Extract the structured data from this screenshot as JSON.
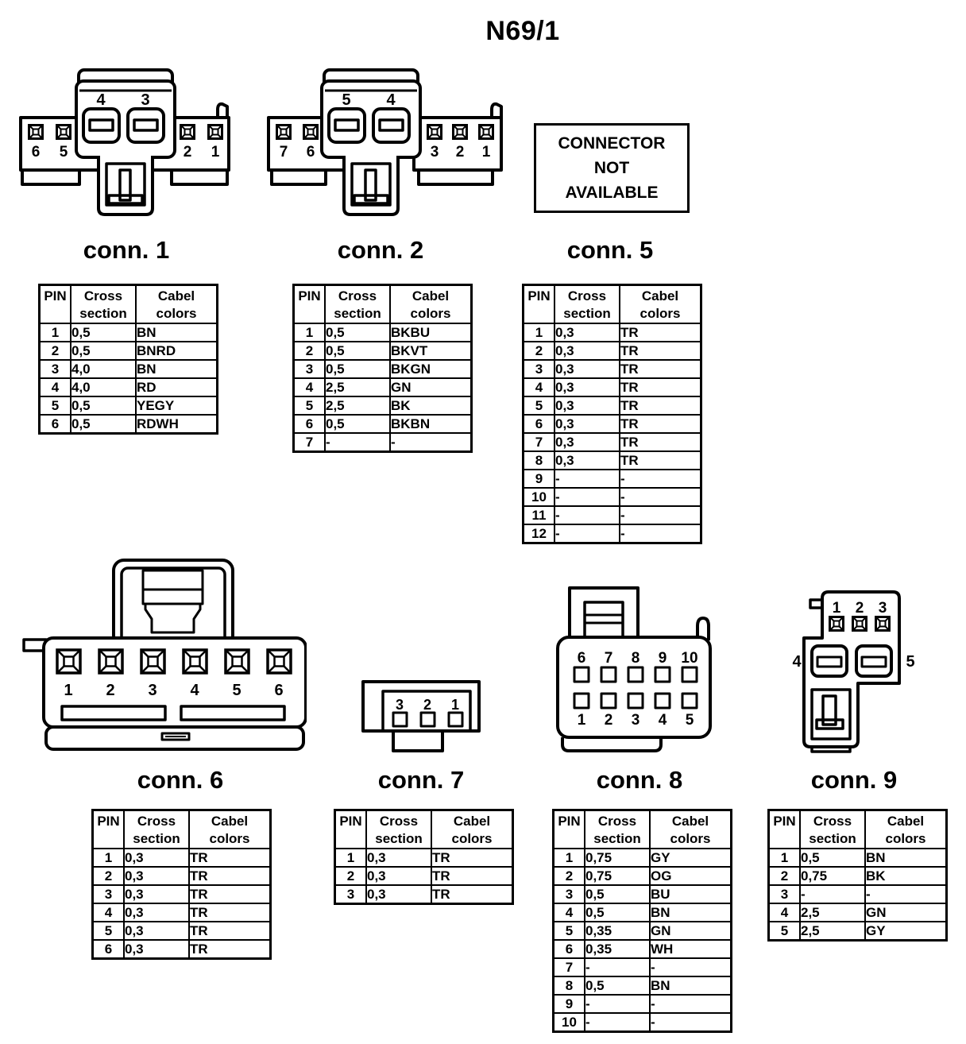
{
  "title": "N69/1",
  "colors": {
    "ink": "#000000",
    "paper": "#ffffff"
  },
  "not_available": {
    "lines": [
      "CONNECTOR",
      "NOT",
      "AVAILABLE"
    ]
  },
  "table_headers": {
    "pin": "PIN",
    "cross_section": "Cross\nsection",
    "cable_colors": "Cabel\ncolors"
  },
  "connectors": {
    "conn1": {
      "label": "conn. 1",
      "drawing": {
        "slot_labels": [
          "4",
          "3"
        ],
        "left_pin_labels": [
          "6",
          "5"
        ],
        "right_pin_labels": [
          "2",
          "1"
        ]
      },
      "rows": [
        [
          "1",
          "0,5",
          "BN"
        ],
        [
          "2",
          "0,5",
          "BNRD"
        ],
        [
          "3",
          "4,0",
          "BN"
        ],
        [
          "4",
          "4,0",
          "RD"
        ],
        [
          "5",
          "0,5",
          "YEGY"
        ],
        [
          "6",
          "0,5",
          "RDWH"
        ]
      ]
    },
    "conn2": {
      "label": "conn. 2",
      "drawing": {
        "slot_labels": [
          "5",
          "4"
        ],
        "left_pin_labels": [
          "7",
          "6"
        ],
        "right_pin_labels": [
          "3",
          "2",
          "1"
        ]
      },
      "rows": [
        [
          "1",
          "0,5",
          "BKBU"
        ],
        [
          "2",
          "0,5",
          "BKVT"
        ],
        [
          "3",
          "0,5",
          "BKGN"
        ],
        [
          "4",
          "2,5",
          "GN"
        ],
        [
          "5",
          "2,5",
          "BK"
        ],
        [
          "6",
          "0,5",
          "BKBN"
        ],
        [
          "7",
          "-",
          "-"
        ]
      ]
    },
    "conn5": {
      "label": "conn. 5",
      "rows": [
        [
          "1",
          "0,3",
          "TR"
        ],
        [
          "2",
          "0,3",
          "TR"
        ],
        [
          "3",
          "0,3",
          "TR"
        ],
        [
          "4",
          "0,3",
          "TR"
        ],
        [
          "5",
          "0,3",
          "TR"
        ],
        [
          "6",
          "0,3",
          "TR"
        ],
        [
          "7",
          "0,3",
          "TR"
        ],
        [
          "8",
          "0,3",
          "TR"
        ],
        [
          "9",
          "-",
          "-"
        ],
        [
          "10",
          "-",
          "-"
        ],
        [
          "11",
          "-",
          "-"
        ],
        [
          "12",
          "-",
          "-"
        ]
      ]
    },
    "conn6": {
      "label": "conn. 6",
      "drawing": {
        "pin_labels": [
          "1",
          "2",
          "3",
          "4",
          "5",
          "6"
        ]
      },
      "rows": [
        [
          "1",
          "0,3",
          "TR"
        ],
        [
          "2",
          "0,3",
          "TR"
        ],
        [
          "3",
          "0,3",
          "TR"
        ],
        [
          "4",
          "0,3",
          "TR"
        ],
        [
          "5",
          "0,3",
          "TR"
        ],
        [
          "6",
          "0,3",
          "TR"
        ]
      ]
    },
    "conn7": {
      "label": "conn. 7",
      "drawing": {
        "pin_labels": [
          "3",
          "2",
          "1"
        ]
      },
      "rows": [
        [
          "1",
          "0,3",
          "TR"
        ],
        [
          "2",
          "0,3",
          "TR"
        ],
        [
          "3",
          "0,3",
          "TR"
        ]
      ]
    },
    "conn8": {
      "label": "conn. 8",
      "drawing": {
        "top_row_labels": [
          "6",
          "7",
          "8",
          "9",
          "10"
        ],
        "bottom_row_labels": [
          "1",
          "2",
          "3",
          "4",
          "5"
        ]
      },
      "rows": [
        [
          "1",
          "0,75",
          "GY"
        ],
        [
          "2",
          "0,75",
          "OG"
        ],
        [
          "3",
          "0,5",
          "BU"
        ],
        [
          "4",
          "0,5",
          "BN"
        ],
        [
          "5",
          "0,35",
          "GN"
        ],
        [
          "6",
          "0,35",
          "WH"
        ],
        [
          "7",
          "-",
          "-"
        ],
        [
          "8",
          "0,5",
          "BN"
        ],
        [
          "9",
          "-",
          "-"
        ],
        [
          "10",
          "-",
          "-"
        ]
      ]
    },
    "conn9": {
      "label": "conn. 9",
      "drawing": {
        "top_pin_labels": [
          "1",
          "2",
          "3"
        ],
        "left_slot_label": "4",
        "right_slot_label": "5"
      },
      "rows": [
        [
          "1",
          "0,5",
          "BN"
        ],
        [
          "2",
          "0,75",
          "BK"
        ],
        [
          "3",
          "-",
          "-"
        ],
        [
          "4",
          "2,5",
          "GN"
        ],
        [
          "5",
          "2,5",
          "GY"
        ]
      ]
    }
  }
}
